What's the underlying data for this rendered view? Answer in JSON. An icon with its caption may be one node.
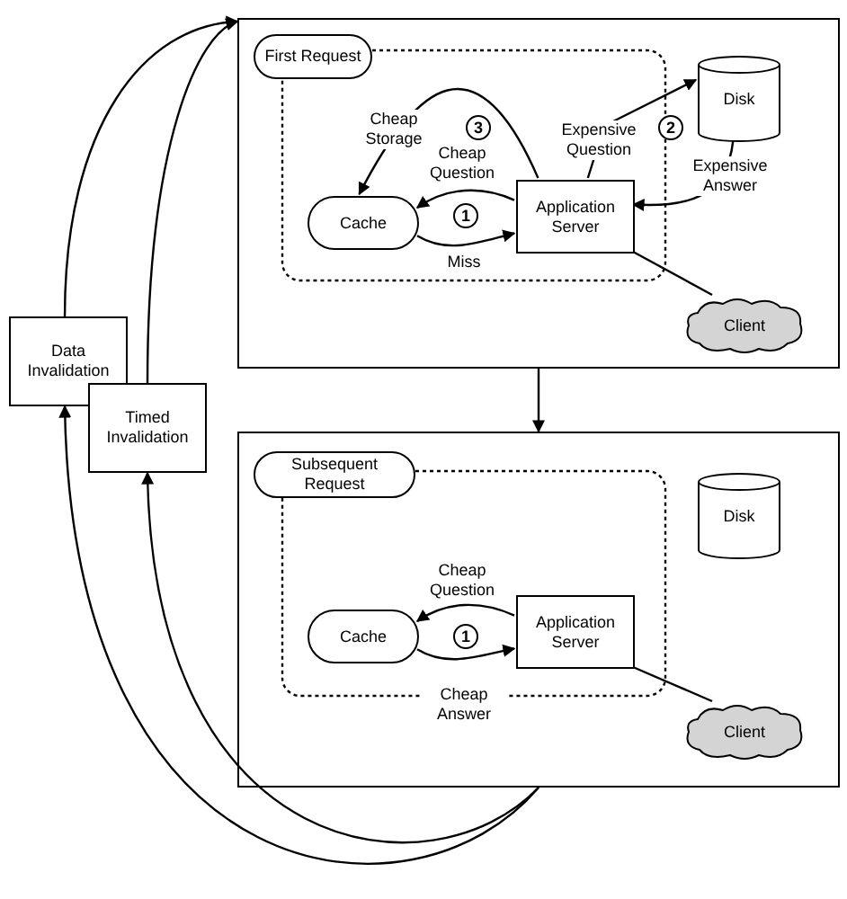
{
  "diagram": {
    "nodes": [
      {
        "text": [],
        "shape": "box"
      },
      {
        "text": [
          "First Request"
        ],
        "in": 0
      },
      {
        "text": [
          "Cache"
        ],
        "in": 0
      },
      {
        "text": [
          "Application Server"
        ],
        "in": 0
      },
      {
        "text": [
          "Disk"
        ],
        "in": 0
      },
      {
        "text": [
          "Client"
        ],
        "in": 0
      },
      {
        "text": [
          "1"
        ],
        "in": 0
      },
      {
        "text": [
          "3"
        ],
        "in": 0
      },
      {
        "text": [
          "2"
        ],
        "in": 0
      },
      {
        "text": [],
        "shape": "box"
      },
      {
        "text": [
          "Subsequent Request"
        ],
        "in": 9
      },
      {
        "text": [
          "Disk"
        ],
        "in": 9
      },
      {
        "text": [
          "Cache"
        ],
        "in": 9
      },
      {
        "text": [
          "Application Server"
        ],
        "in": 9
      },
      {
        "text": [
          "1"
        ],
        "in": 9
      },
      {
        "text": [
          "Client"
        ],
        "in": 9
      },
      {
        "text": [
          "Data Invalidation"
        ]
      },
      {
        "text": [
          "Timed Invalidation"
        ]
      }
    ],
    "edges": [
      {
        "from": 3,
        "to": 2,
        "arrow": "to",
        "label": "Cheap Question"
      },
      {
        "from": 2,
        "to": 3,
        "arrow": "to",
        "label": "Miss"
      },
      {
        "from": 3,
        "to": 2,
        "arrow": "to",
        "label": "Cheap Storage"
      },
      {
        "from": 3,
        "to": 4,
        "arrow": "to",
        "label": "Expensive Question"
      },
      {
        "from": 4,
        "to": 3,
        "arrow": "to",
        "label": "Expensive Answer"
      },
      {
        "from": 3,
        "to": 5,
        "arrow": "none"
      },
      {
        "from": 0,
        "to": 9,
        "arrow": "to"
      },
      {
        "from": 13,
        "to": 12,
        "arrow": "to",
        "label": "Cheap Question"
      },
      {
        "from": 12,
        "to": 13,
        "arrow": "to",
        "label": "Cheap Answer"
      },
      {
        "from": 13,
        "to": 15,
        "arrow": "none"
      },
      {
        "from": 16,
        "to": 0,
        "arrow": "to"
      },
      {
        "from": 17,
        "to": 0,
        "arrow": "to"
      },
      {
        "from": 9,
        "to": 16,
        "arrow": "to"
      },
      {
        "from": 9,
        "to": 17,
        "arrow": "to"
      }
    ]
  }
}
